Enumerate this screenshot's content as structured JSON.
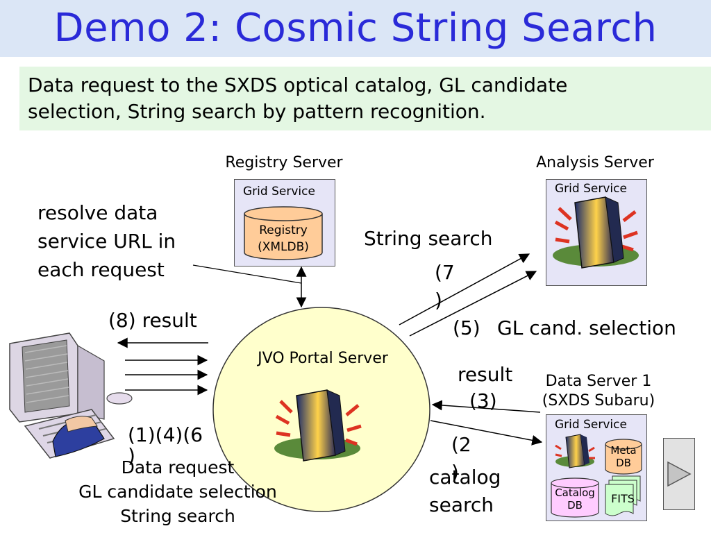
{
  "slide": {
    "title": "Demo 2: Cosmic String Search",
    "subtitle_line1": "Data request to the SXDS optical catalog, GL candidate",
    "subtitle_line2": "selection, String search by pattern recognition."
  },
  "registry_server": {
    "label": "Registry Server",
    "grid_service": "Grid Service",
    "db_line1": "Registry",
    "db_line2": "(XMLDB)"
  },
  "analysis_server": {
    "label": "Analysis Server",
    "grid_service": "Grid Service"
  },
  "portal": {
    "label": "JVO Portal Server"
  },
  "data_server": {
    "label_line1": "Data Server 1",
    "label_line2": "(SXDS Subaru)",
    "grid_service": "Grid Service",
    "meta_db_line1": "Meta",
    "meta_db_line2": "DB",
    "catalog_db_line1": "Catalog",
    "catalog_db_line2": "DB",
    "fits": "FITS"
  },
  "annotations": {
    "resolve_line1": "resolve data",
    "resolve_line2": "service URL in",
    "resolve_line3": "each request",
    "string_search": "String search",
    "step7_a": "(7",
    "step7_b": ")",
    "step5": "(5)",
    "gl_cand": "GL cand. selection",
    "result_8": "(8) result",
    "result": "result",
    "step3": "(3)",
    "step146_a": "(1)(4)(6",
    "step146_b": ")",
    "data_request": "Data request",
    "gl_candidate_selection": "GL candidate selection",
    "string_search_2": "String search",
    "step2_a": "(2",
    "step2_b": ")",
    "catalog_search_line1": "catalog",
    "catalog_search_line2": "search"
  },
  "colors": {
    "title": "#2a2ad8",
    "title_bg": "#dbe6f6",
    "subtitle_bg": "#e4f7e3",
    "portal_fill": "#ffffcc",
    "server_box": "#e6e5f7",
    "registry_db": "#ffcc99",
    "meta_db": "#ffcc99",
    "catalog_db": "#ffccff",
    "fits": "#ccffcc"
  }
}
